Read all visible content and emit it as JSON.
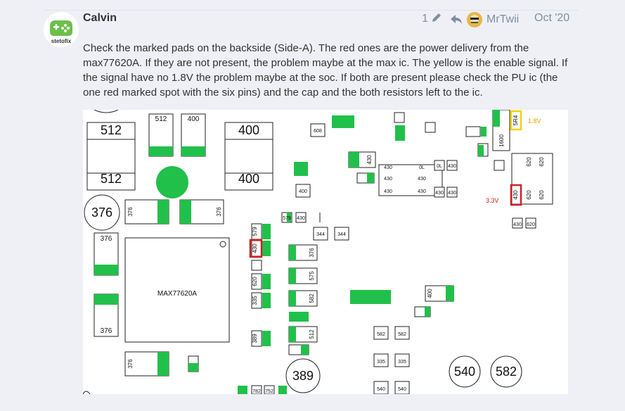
{
  "post": {
    "username": "Calvin",
    "avatar_text": "stetofix",
    "edit_count": "1",
    "reply_to_user": "MrTwii",
    "date": "Oct '20",
    "body": "Check the marked pads on the backside (Side-A). The red ones are the power delivery from the max77620A. If they are not present, the problem maybe at the max ic. The yellow is the enable signal. If the signal have no 1.8V the problem maybe at the soc. If both are present please check the PU ic (the one red marked spot with the six pins) and the cap and the both resistors left to the ic."
  },
  "board": {
    "ic_label": "MAX77620A",
    "v18_label": "1.8V",
    "v33_label": "3.3V",
    "labels_512": "512",
    "labels_400": "400",
    "labels_376": "376",
    "labels_389": "389",
    "labels_540": "540",
    "labels_582": "582",
    "labels_608": "608",
    "labels_344": "344",
    "labels_430": "430",
    "labels_575": "575",
    "labels_579": "579",
    "labels_620": "620",
    "labels_335": "335",
    "labels_1600": "1600",
    "labels_5R4": "5R4",
    "labels_0L": "0L",
    "labels_582s": "582",
    "labels_752": "752",
    "labels_782": "782",
    "colors": {
      "pad": "#21c04a",
      "red": "#d11f1f",
      "yellow": "#f2d400",
      "v18": "#e8a200",
      "v33": "#d11f1f"
    }
  }
}
